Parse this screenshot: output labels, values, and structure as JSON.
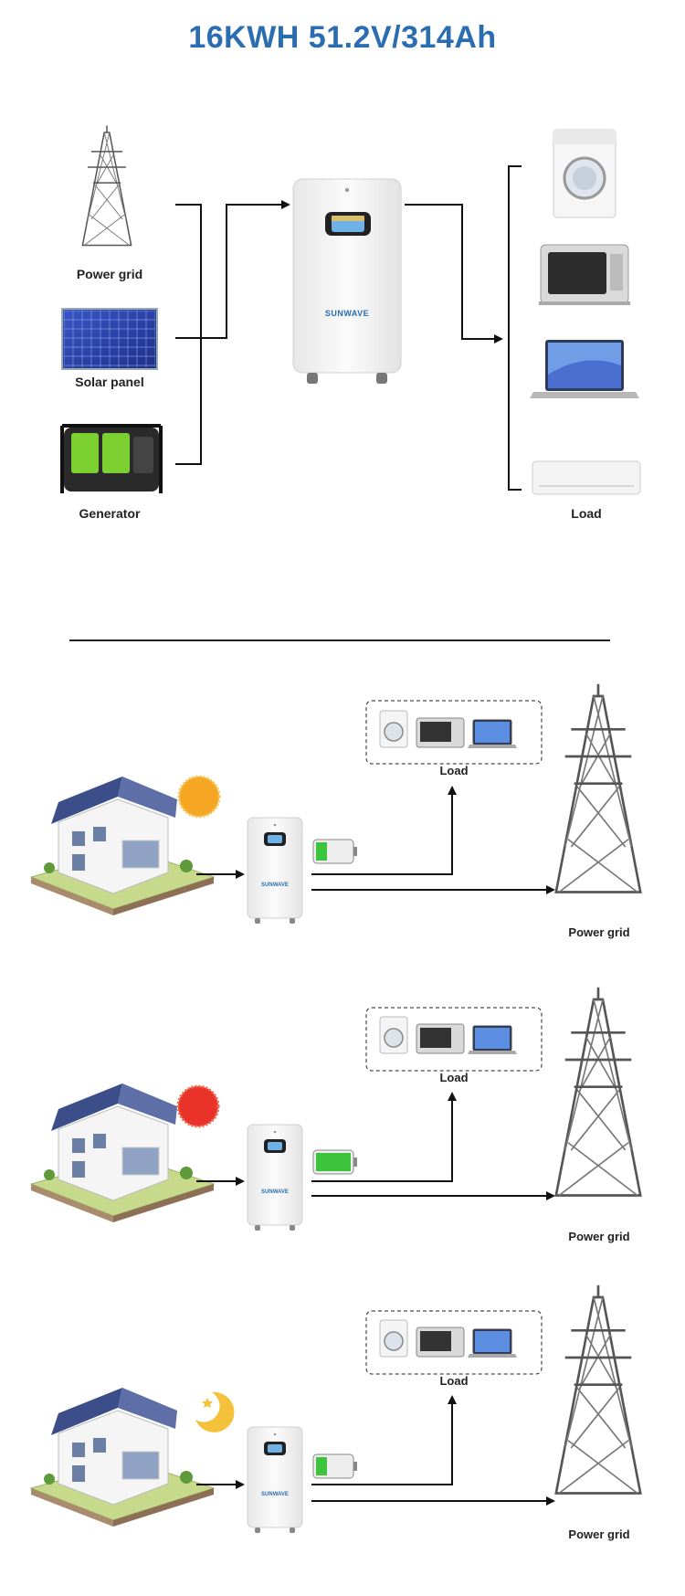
{
  "title": "16KWH 51.2V/314Ah",
  "brand": "SUNWAVE",
  "top": {
    "sources": [
      {
        "label": "Power grid",
        "icon": "transmission-tower-icon"
      },
      {
        "label": "Solar panel",
        "icon": "solar-panel-icon"
      },
      {
        "label": "Generator",
        "icon": "generator-icon"
      }
    ],
    "loads": [
      "washing-machine-icon",
      "toaster-oven-icon",
      "laptop-icon",
      "air-conditioner-icon"
    ],
    "load_label": "Load"
  },
  "scenarios": [
    {
      "sky_icon": "sun-icon",
      "load_label": "Load",
      "grid_label": "Power grid",
      "battery_level": 0.3
    },
    {
      "sky_icon": "sun-icon",
      "load_label": "Load",
      "grid_label": "Power grid",
      "battery_level": 1.0
    },
    {
      "sky_icon": "moon-icon",
      "load_label": "Load",
      "grid_label": "Power grid",
      "battery_level": 0.3
    }
  ],
  "colors": {
    "title": "#2a6db0",
    "battery_green": "#3cc43c",
    "sun_yellow": "#f5a623",
    "sun_red": "#e8322a",
    "moon": "#f3c23a"
  }
}
